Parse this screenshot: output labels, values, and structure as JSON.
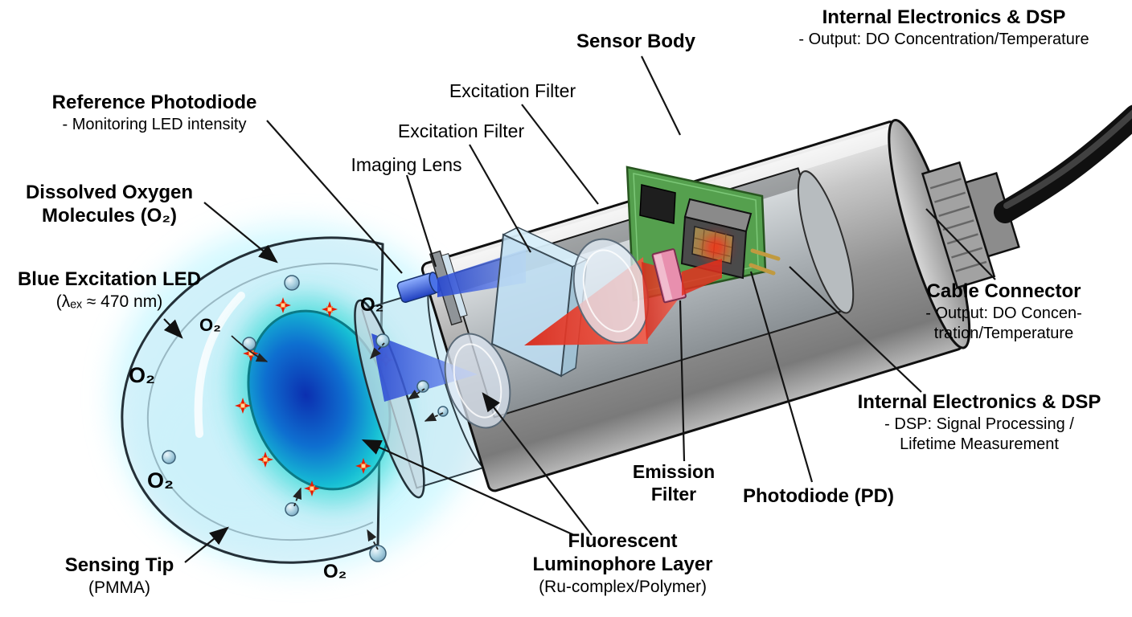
{
  "diagram": {
    "type": "technical-illustration",
    "subject": "Optical dissolved oxygen sensor cutaway diagram",
    "labels": {
      "internal_electronics_top": {
        "title": "Internal Electronics & DSP",
        "subtitle": "- Output: DO Concentration/Temperature"
      },
      "sensor_body": {
        "title": "Sensor Body"
      },
      "excitation_filter_upper": {
        "title": "Excitation Filter"
      },
      "excitation_filter_lower": {
        "title": "Excitation Filter"
      },
      "imaging_lens": {
        "title": "Imaging Lens"
      },
      "reference_photodiode": {
        "title": "Reference Photodiode",
        "subtitle": "- Monitoring LED intensity"
      },
      "dissolved_oxygen": {
        "line1": "Dissolved Oxygen",
        "line2": "Molecules (O₂)"
      },
      "blue_excitation_led": {
        "title": "Blue Excitation LED",
        "subtitle": "(λₑₓ ≈ 470 nm)"
      },
      "sensing_tip": {
        "title": "Sensing Tip",
        "subtitle": "(PMMA)"
      },
      "fluorescent_luminophore_layer": {
        "line1": "Fluorescent",
        "line2": "Luminophore Layer",
        "subtitle": "(Ru-complex/Polymer)"
      },
      "emission_filter": {
        "line1": "Emission",
        "line2": "Filter"
      },
      "photodiode": {
        "title": "Photodiode (PD)"
      },
      "internal_electronics_right": {
        "title": "Internal Electronics & DSP",
        "subtitle_line1": "-  DSP: Signal Processing /",
        "subtitle_line2": "Lifetime Measurement"
      },
      "cable_connector": {
        "title": "Cable Connector",
        "subtitle_line1": "- Output: DO Concen-",
        "subtitle_line2": "tration/Temperature"
      },
      "o2": [
        "O₂",
        "O₂",
        "O₂",
        "O₂",
        "O₂"
      ]
    },
    "colors": {
      "excitation_beam": "#3355dd",
      "emission_beam": "#e03020",
      "luminophore": "#18c8d8",
      "pcb": "#55a04e",
      "emission_filter": "#e88fae",
      "body_metal": "#a8a8a8",
      "tip_glow": "#a8f2ff"
    }
  }
}
